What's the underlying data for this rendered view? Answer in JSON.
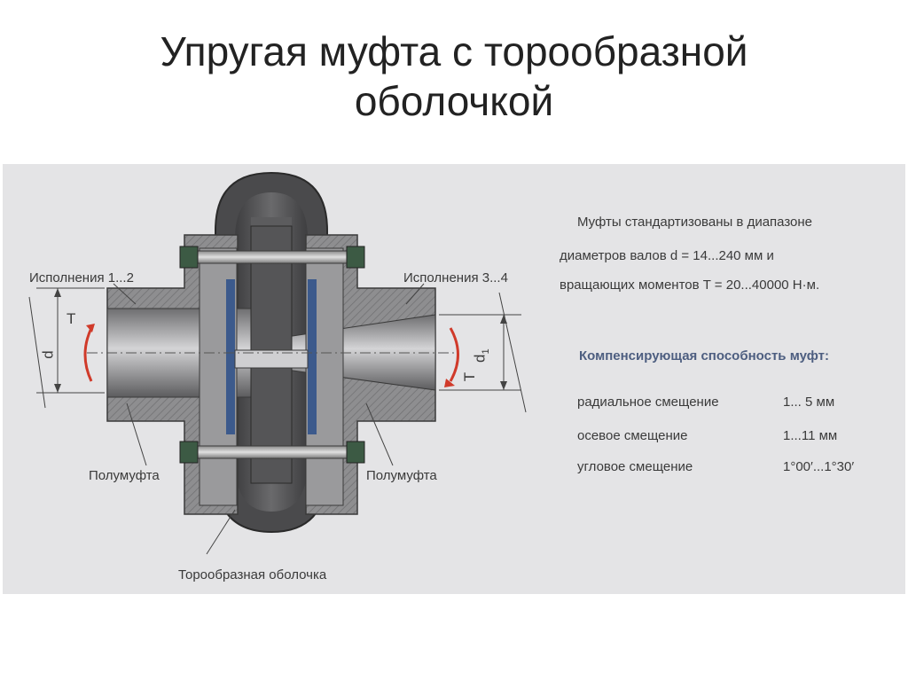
{
  "slide": {
    "title_line1": "Упругая муфта с торообразной",
    "title_line2": "оболочкой"
  },
  "diagram": {
    "labels": {
      "version_left": "Исполнения 1...2",
      "version_right": "Исполнения 3...4",
      "half_left": "Полумуфта",
      "half_right": "Полумуфта",
      "shell": "Торообразная оболочка",
      "torque_left": "T",
      "diam_left": "d",
      "torque_right": "T",
      "diam_right": "d",
      "diam_right_sub": "1"
    },
    "info": {
      "line1": "Муфты стандартизованы в диапазоне",
      "line2": "диаметров валов d = 14...240 мм и",
      "line3": "вращающих моментов T = 20...40000 Н·м.",
      "heading": "Компенсирующая способность муфт:",
      "rows": [
        {
          "name": "радиальное смещение",
          "value": "1... 5 мм"
        },
        {
          "name": "осевое смещение",
          "value": "1...11 мм"
        },
        {
          "name": "угловое смещение",
          "value": "1°00′...1°30′"
        }
      ]
    },
    "colors": {
      "body": "#8a8a8c",
      "shell": "#4a4a4c",
      "bolt": "#3c5a44",
      "seal": "#3c5a8c",
      "arrow": "#d03a2a"
    }
  }
}
